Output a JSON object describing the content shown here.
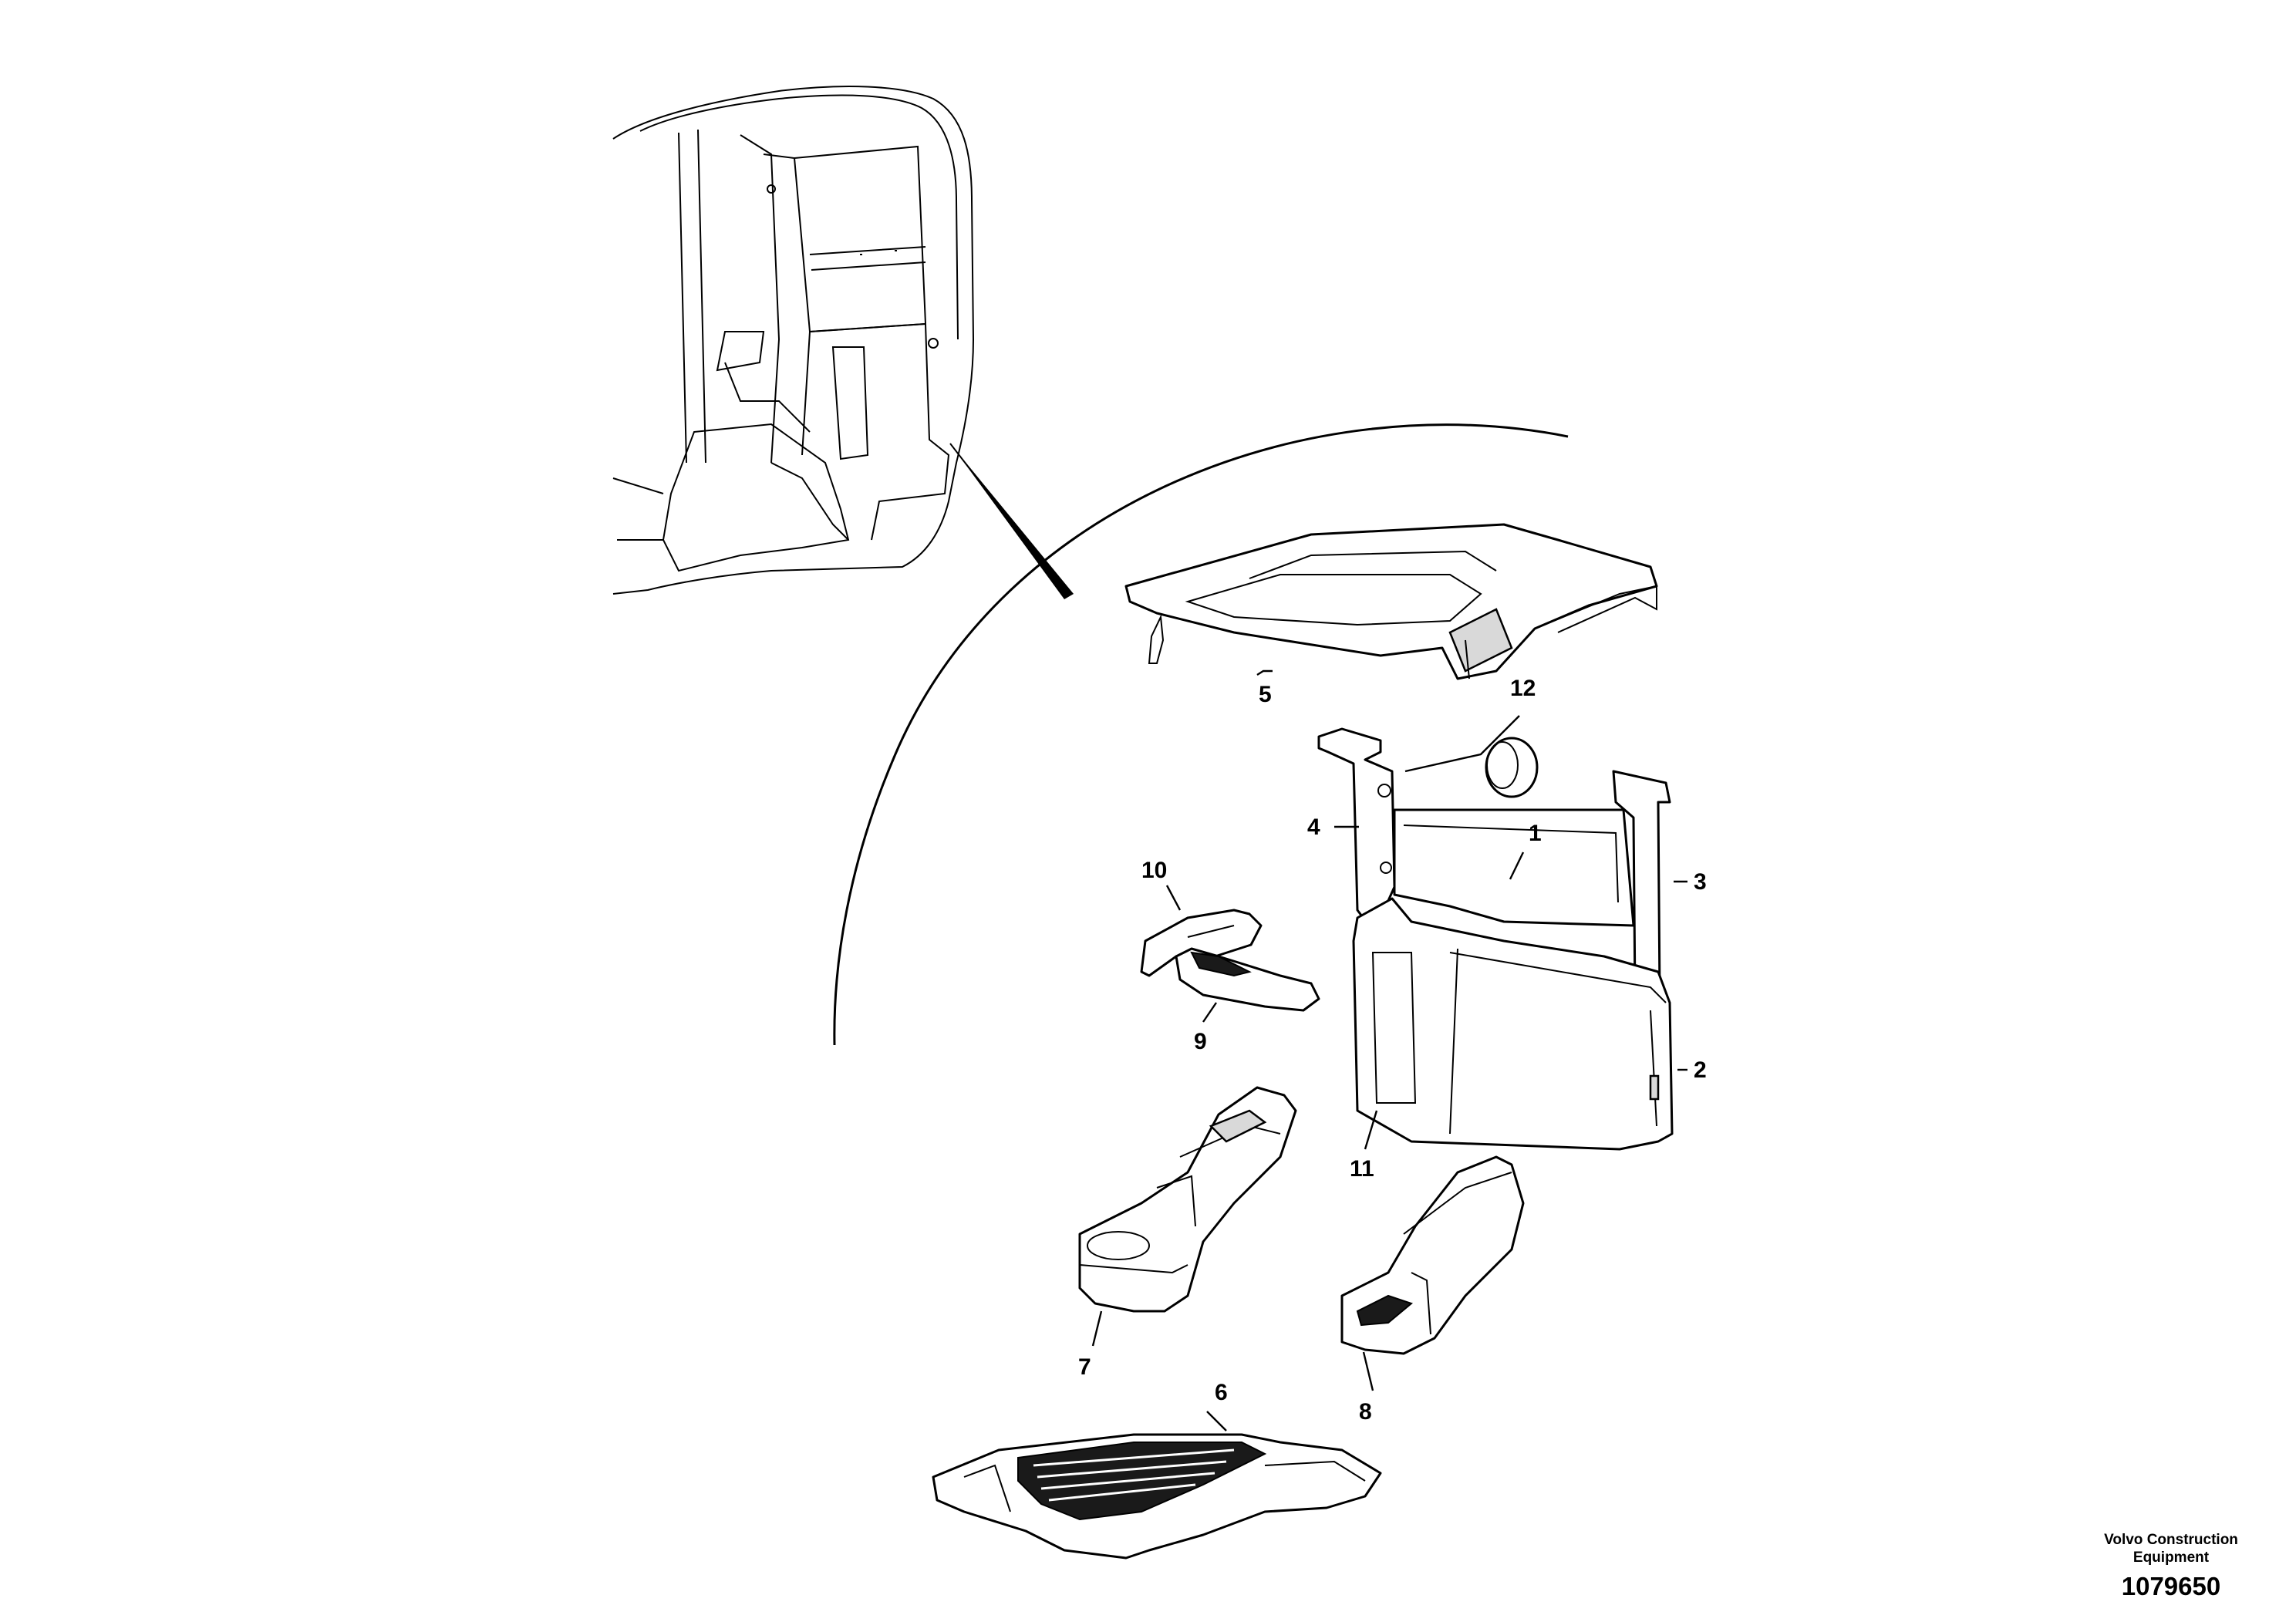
{
  "footer": {
    "company": "Volvo Construction Equipment",
    "reference_number": "1079650"
  },
  "callouts": [
    "1",
    "2",
    "3",
    "4",
    "5",
    "6",
    "7",
    "8",
    "9",
    "10",
    "11",
    "12"
  ]
}
